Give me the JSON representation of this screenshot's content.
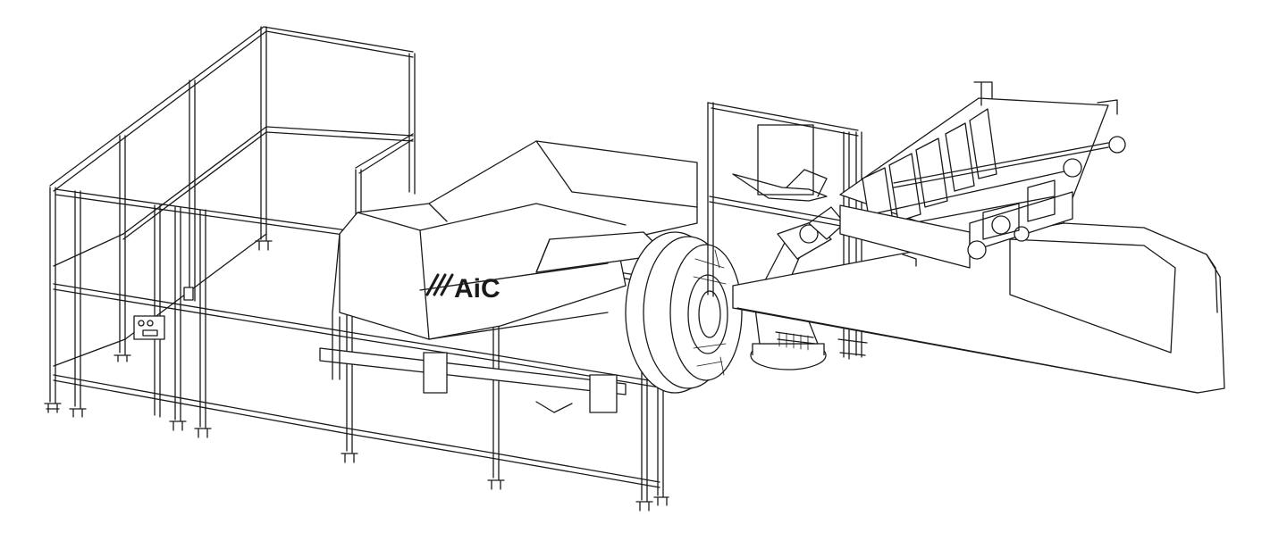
{
  "drawing": {
    "logo_text": "AiC",
    "colors": {
      "line": "#1a1a1a",
      "background": "#ffffff"
    },
    "parts": [
      "safety-fence",
      "press-housing",
      "rotary-chuck",
      "industrial-robot-arm",
      "infeed-chute",
      "sawtooth-divider-conveyor",
      "loading-ramp"
    ]
  }
}
